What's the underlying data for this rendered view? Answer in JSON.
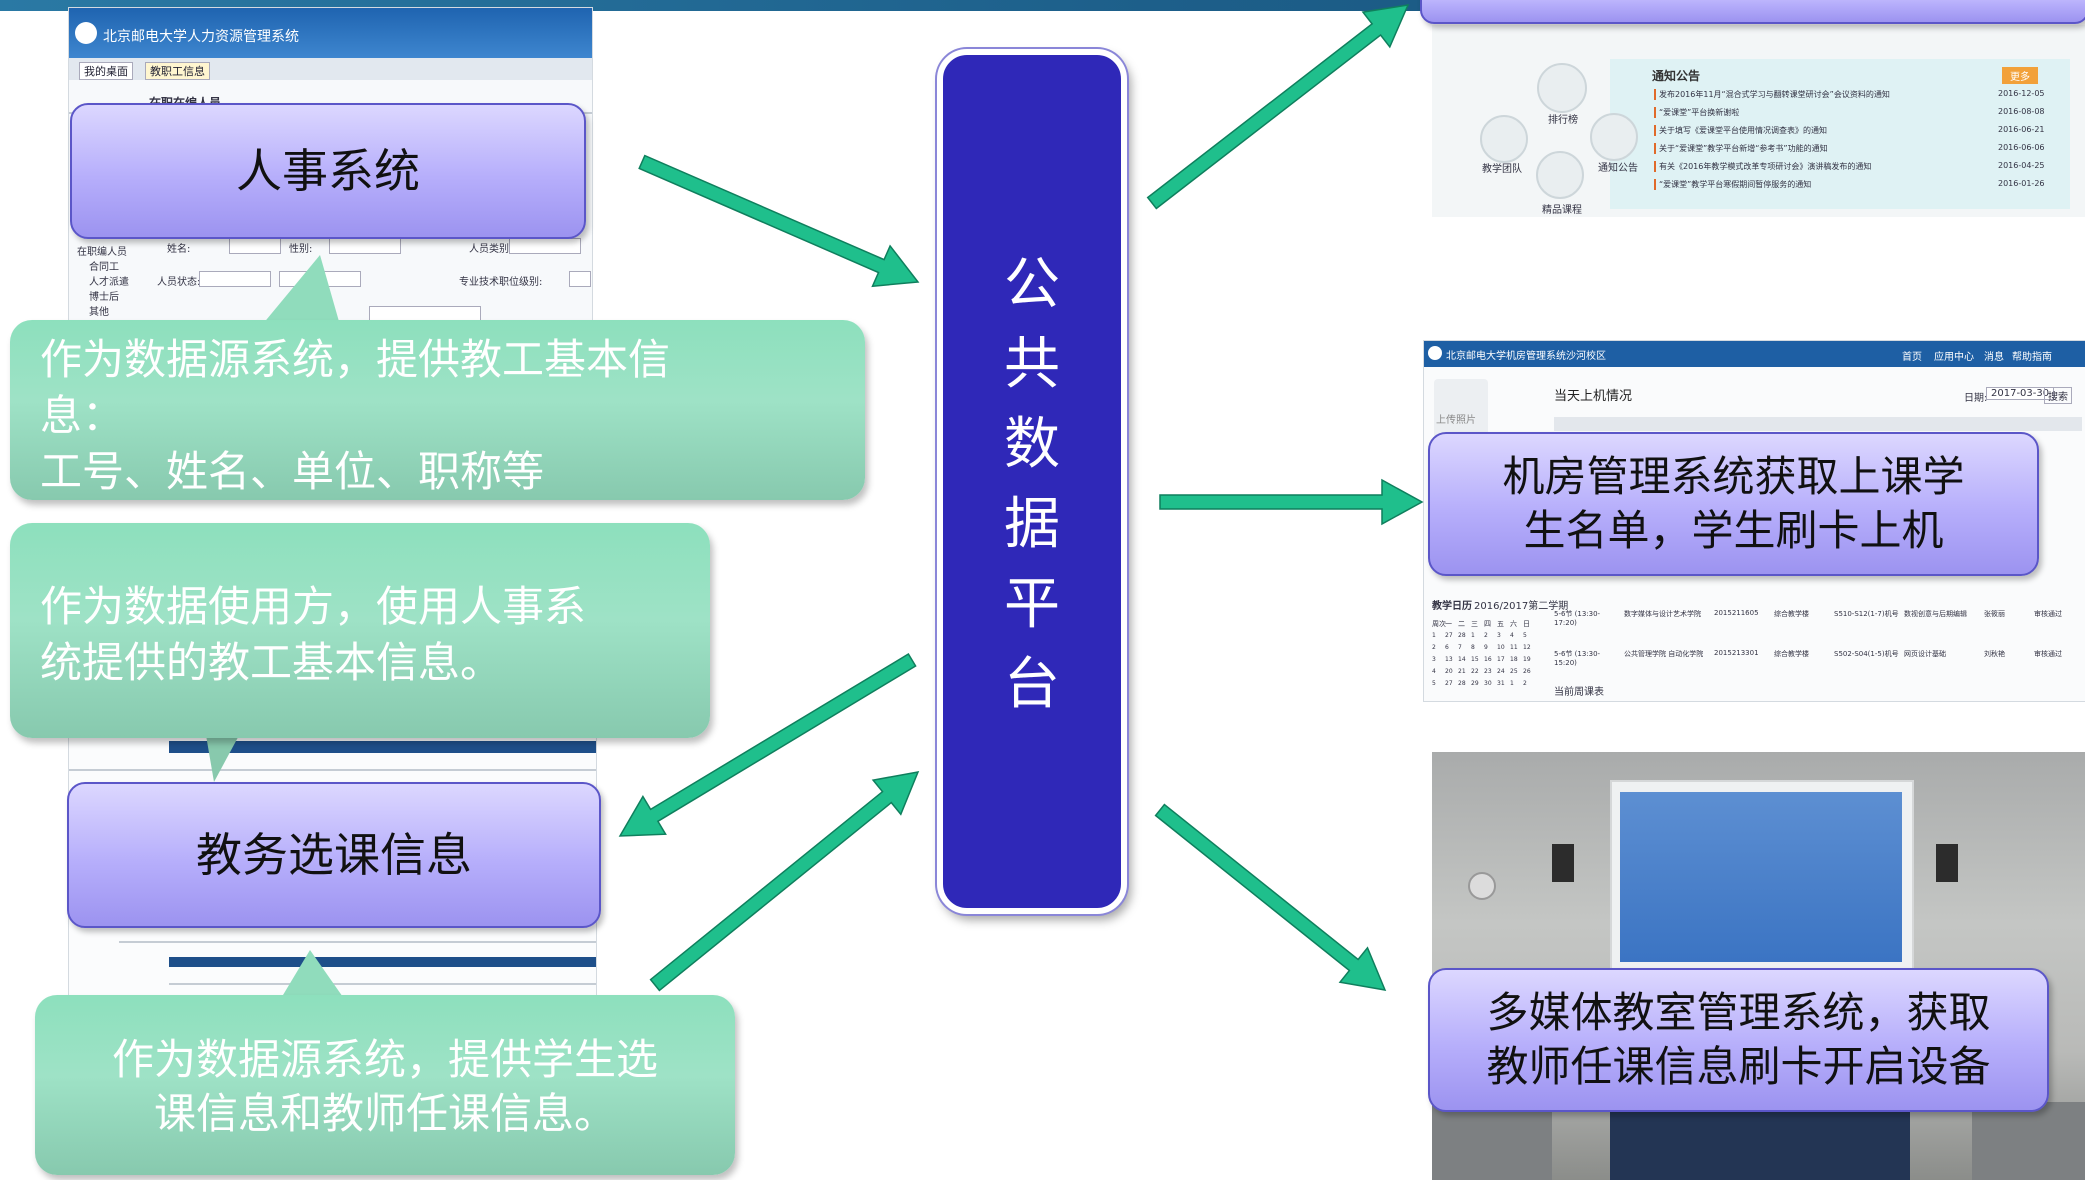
{
  "platform": {
    "label": "公共数据平台",
    "chars": [
      "公",
      "共",
      "数",
      "据",
      "平",
      "台"
    ]
  },
  "left": {
    "hr_system": {
      "label": "人事系统"
    },
    "hr_source_note": {
      "lines": [
        "作为数据源系统，提供教工基本信",
        "息：",
        "工号、姓名、单位、职称等"
      ]
    },
    "hr_consumer_note": {
      "lines": [
        "作为数据使用方，使用人事系",
        "统提供的教工基本信息。"
      ]
    },
    "course_info": {
      "label": "教务选课信息"
    },
    "course_source_note": {
      "lines": [
        "作为数据源系统，提供学生选",
        "课信息和教师任课信息。"
      ]
    }
  },
  "right": {
    "lab_system_note": {
      "lines": [
        "机房管理系统获取上课学",
        "生名单，学生刷卡上机"
      ]
    },
    "multimedia_note": {
      "lines": [
        "多媒体教室管理系统，获取",
        "教师任课信息刷卡开启设备"
      ]
    }
  },
  "screenshots": {
    "hr": {
      "title": "北京邮电大学人力资源管理系统",
      "tabs": [
        "我的桌面",
        "教职工信息"
      ],
      "section": "在职在编人员",
      "tree": [
        "在职编人员",
        "合同工",
        "人才派遣",
        "博士后",
        "其他"
      ],
      "fields": [
        "姓名:",
        "性别:",
        "人员状态:",
        "专业技术职位级别:",
        "人员类别:"
      ]
    },
    "notice": {
      "heading": "通知公告",
      "more": "更多",
      "items": [
        {
          "text": "发布2016年11月“混合式学习与翻转课堂研讨会”会议资料的通知",
          "date": "2016-12-05"
        },
        {
          "text": "“爱课堂”平台换新谢啦",
          "date": "2016-08-08"
        },
        {
          "text": "关于填写《爱课堂平台使用情况调查表》的通知",
          "date": "2016-06-21"
        },
        {
          "text": "关于“爱课堂”教学平台新增“参考书”功能的通知",
          "date": "2016-06-06"
        },
        {
          "text": "有关《2016年教学模式改革专项研讨会》演讲稿发布的通知",
          "date": "2016-04-25"
        },
        {
          "text": "“爱课堂”教学平台寒假期间暂停服务的通知",
          "date": "2016-01-26"
        }
      ],
      "hub": [
        "排行榜",
        "教学团队",
        "通知公告",
        "精品课程"
      ]
    },
    "lab": {
      "title": "北京邮电大学机房管理系统沙河校区",
      "nav": [
        "首页",
        "应用中心",
        "消息",
        "帮助指南"
      ],
      "panel_title": "当天上机情况",
      "date_label": "日期:",
      "date": "2017-03-30",
      "search": "搜索",
      "upload": "上传照片",
      "calendar_title": "教学日历",
      "term": "2016/2017第二学期",
      "week_header": [
        "周次",
        "一",
        "二",
        "三",
        "四",
        "五",
        "六",
        "日"
      ],
      "weeks": [
        [
          "1",
          "27",
          "28",
          "1",
          "2",
          "3",
          "4",
          "5"
        ],
        [
          "2",
          "6",
          "7",
          "8",
          "9",
          "10",
          "11",
          "12"
        ],
        [
          "3",
          "13",
          "14",
          "15",
          "16",
          "17",
          "18",
          "19"
        ],
        [
          "4",
          "20",
          "21",
          "22",
          "23",
          "24",
          "25",
          "26"
        ],
        [
          "5",
          "27",
          "28",
          "29",
          "30",
          "31",
          "1",
          "2"
        ]
      ],
      "rows": [
        [
          "5-6节 (13:30-17:20)",
          "数字媒体与设计艺术学院",
          "2015211605",
          "综合教学楼",
          "S510-S12(1-7)机号",
          "数视创意与后期编辑",
          "张筱丽",
          "审核通过"
        ],
        [
          "5-6节 (13:30-15:20)",
          "公共管理学院 自动化学院",
          "2015213301",
          "综合教学楼",
          "S502-S04(1-5)机号",
          "网页设计基础",
          "刘秋艳",
          "审核通过"
        ]
      ],
      "weekly": "当前周课表"
    }
  },
  "colors": {
    "arrow": "#1fbf8c",
    "platform": "#2f28b8",
    "purple": "#b6aefb",
    "green": "#94dcbe"
  }
}
